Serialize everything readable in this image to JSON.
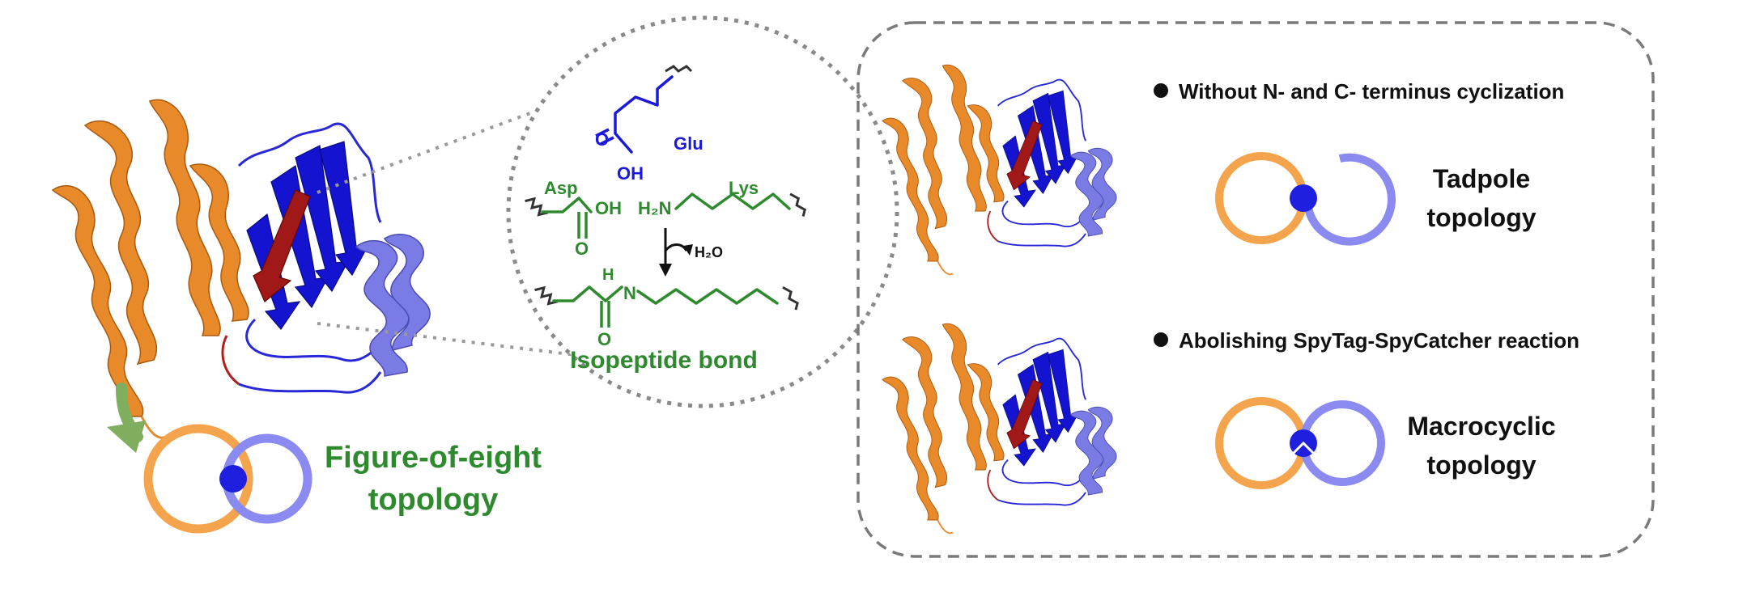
{
  "colors": {
    "orange": "#f5a44e",
    "lavender": "#8a8af0",
    "dot_blue": "#1f1fe0",
    "green": "#2f8a2f",
    "chem_blue": "#1a1ad8",
    "arrow_green": "#7fae5e",
    "box_dash": "#7a7a7a"
  },
  "left": {
    "topology_line1": "Figure-of-eight",
    "topology_line2": "topology"
  },
  "reaction": {
    "glu": "Glu",
    "oh_glu": "OH",
    "o_glu": "O",
    "asp": "Asp",
    "oh_asp": "OH",
    "o_asp": "O",
    "lys": "Lys",
    "h2n": "H₂N",
    "h2o": "H₂O",
    "h_amide": "H",
    "n_amide": "N",
    "o_amide": "O",
    "bond_label": "Isopeptide bond"
  },
  "right": {
    "case1_bullet": "Without N- and C- terminus cyclization",
    "case1_line1": "Tadpole",
    "case1_line2": "topology",
    "case2_bullet": "Abolishing  SpyTag-SpyCatcher reaction",
    "case2_line1": "Macrocyclic",
    "case2_line2": "topology"
  }
}
